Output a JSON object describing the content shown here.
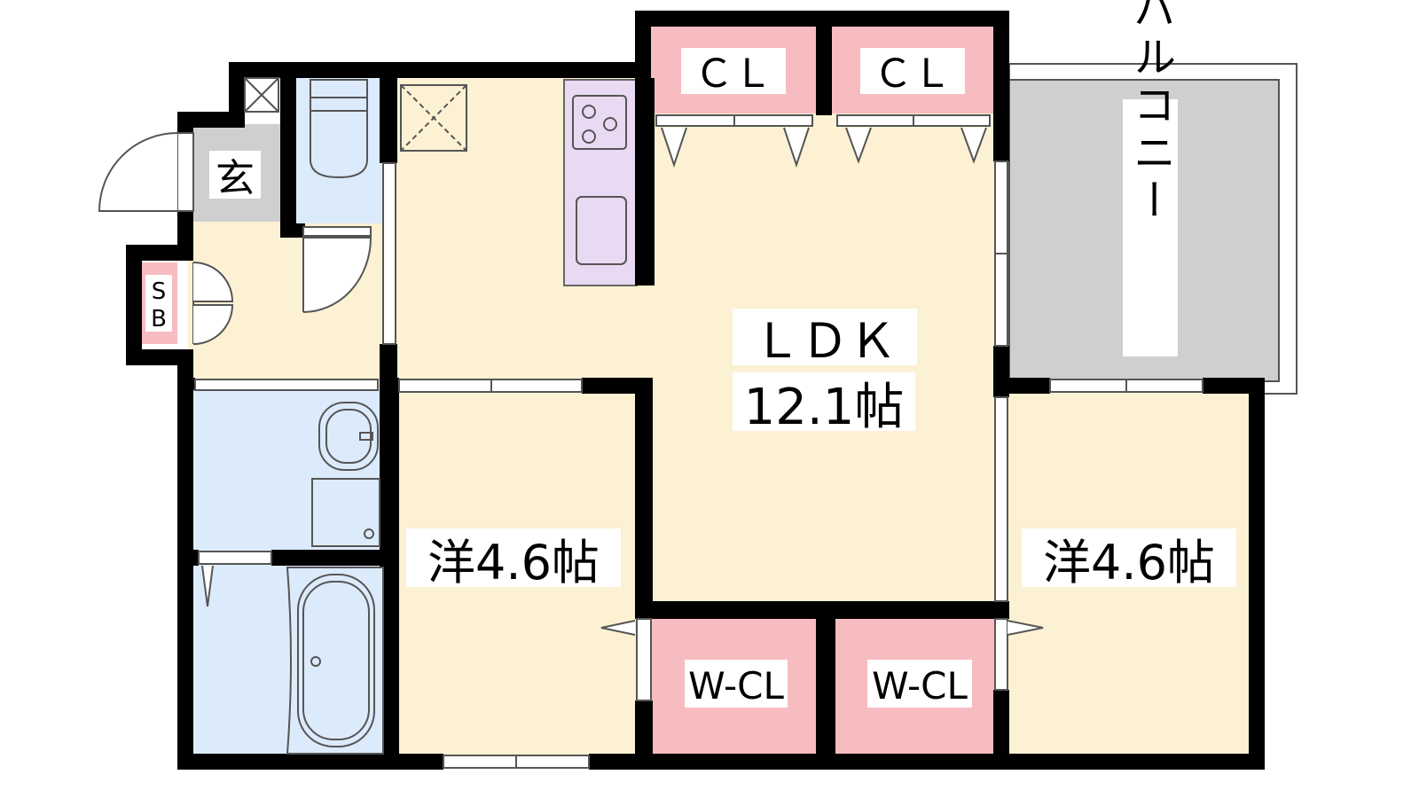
{
  "rooms": {
    "entrance": {
      "label": "玄"
    },
    "shoe_box": {
      "label_line1": "S",
      "label_line2": "B"
    },
    "ldk": {
      "label": "ＬＤＫ",
      "size": "12.1帖"
    },
    "west_room": {
      "label": "洋4.6帖"
    },
    "east_room": {
      "label": "洋4.6帖"
    },
    "closet_left": {
      "label": "ＣＬ"
    },
    "closet_right": {
      "label": "ＣＬ"
    },
    "walkin_left": {
      "label": "W-CL"
    },
    "walkin_right": {
      "label": "W-CL"
    },
    "balcony": {
      "label": "バルコニー"
    }
  },
  "colors": {
    "wall": "#000000",
    "living": "#fdf1d3",
    "wet_area": "#dcebfb",
    "closet": "#f7bcc0",
    "kitchen": "#ead9f3",
    "balcony": "#cfcfcf",
    "entrance": "#cfcfcf"
  }
}
